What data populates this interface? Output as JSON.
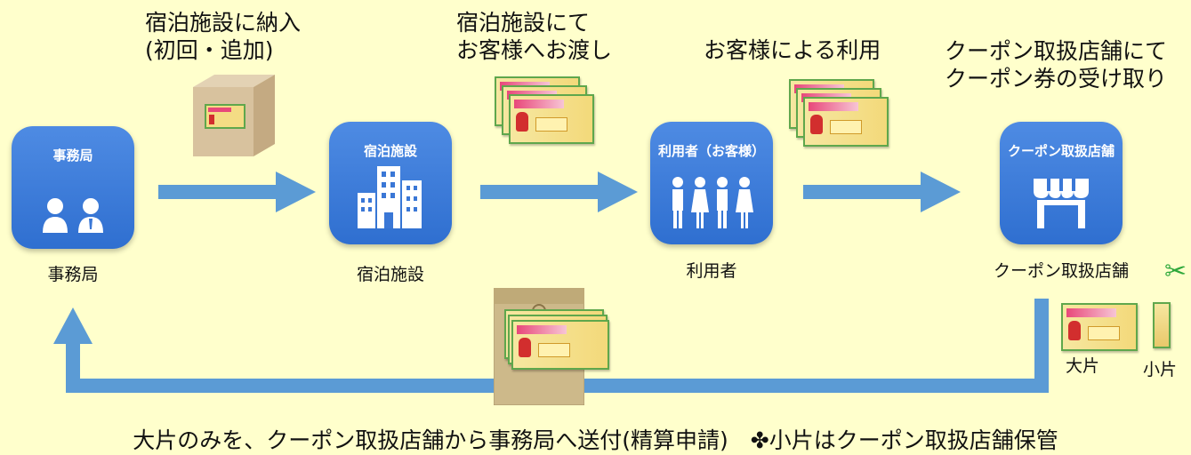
{
  "steps": {
    "step1_line1": "宿泊施設に納入",
    "step1_line2": "(初回・追加)",
    "step2_line1": "宿泊施設にて",
    "step2_line2": "お客様へお渡し",
    "step3_line1": "お客様による利用",
    "step4_line1": "クーポン取扱店舗にて",
    "step4_line2": "クーポン券の受け取り"
  },
  "nodes": [
    {
      "title": "事務局",
      "caption": "事務局",
      "icon": "two-person-icon"
    },
    {
      "title": "宿泊施設",
      "caption": "宿泊施設",
      "icon": "buildings-icon"
    },
    {
      "title": "利用者（お客様）",
      "caption": "利用者",
      "icon": "people-group-icon"
    },
    {
      "title": "クーポン取扱店舗",
      "caption": "クーポン取扱店舗",
      "icon": "storefront-icon"
    }
  ],
  "pieces": {
    "large": "大片",
    "small": "小片"
  },
  "footer": "大片のみを、クーポン取扱店舗から事務局へ送付(精算申請)　✤小片はクーポン取扱店舗保管",
  "colors": {
    "background": "#FFFFCC",
    "node": "#3A77D6",
    "arrow": "#5B9BD5"
  }
}
